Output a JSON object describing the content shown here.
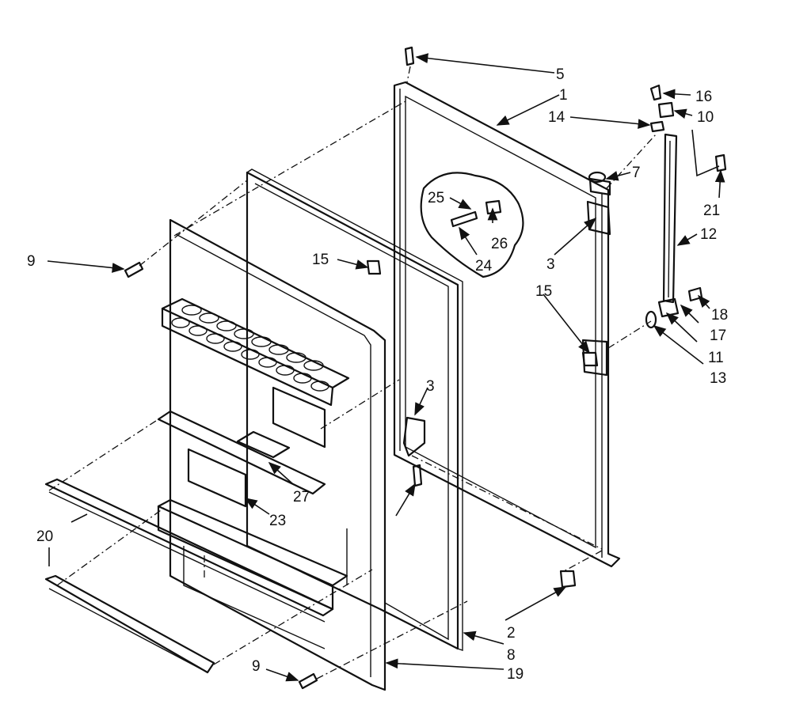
{
  "labels": {
    "p1": "1",
    "p2": "2",
    "p3a": "3",
    "p3b": "3",
    "p5": "5",
    "p7": "7",
    "p8": "8",
    "p9a": "9",
    "p9b": "9",
    "p10": "10",
    "p11": "11",
    "p12": "12",
    "p13": "13",
    "p14": "14",
    "p15a": "15",
    "p15b": "15",
    "p16": "16",
    "p17": "17",
    "p18": "18",
    "p19": "19",
    "p20": "20",
    "p21": "21",
    "p23": "23",
    "p24": "24",
    "p25": "25",
    "p26": "26",
    "p27": "27"
  }
}
